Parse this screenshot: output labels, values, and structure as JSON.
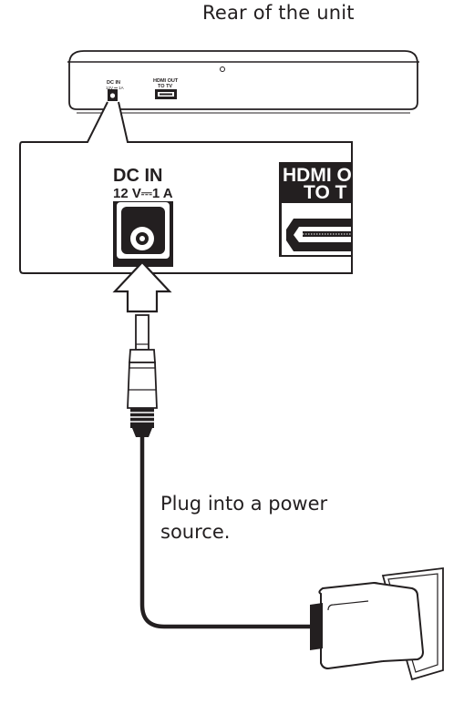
{
  "rear_caption": "Rear of the unit",
  "plug_caption": {
    "line1": "Plug into a power",
    "line2": "source."
  },
  "small_labels": {
    "dc_in_small_1": "DC IN",
    "dc_in_small_2": "12V ⎓ 1A",
    "hdmi_small_1": "HDMI OUT",
    "hdmi_small_2": "TO TV"
  },
  "zoom_labels": {
    "dc_in": "DC IN",
    "dc_rating": "12 V⎓1 A",
    "hdmi_line1": "HDMI O",
    "hdmi_line2": "TO T"
  },
  "colors": {
    "ink": "#231f20",
    "background": "#ffffff"
  },
  "icons": [
    "player-rear-panel",
    "dc-in-jack-icon",
    "hdmi-port-icon",
    "insert-arrow-icon",
    "dc-plug-icon",
    "power-cable",
    "wall-adapter-icon"
  ]
}
